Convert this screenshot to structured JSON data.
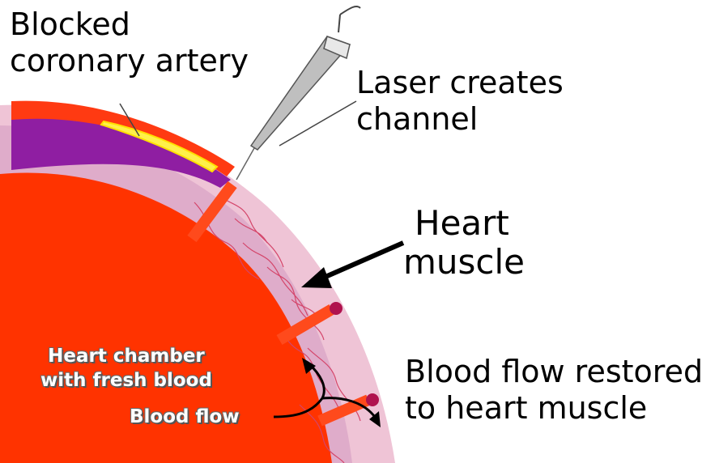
{
  "labels": {
    "blocked_artery_line1": "Blocked",
    "blocked_artery_line2": "coronary artery",
    "laser_line1": "Laser creates",
    "laser_line2": "channel",
    "heart_muscle_line1": "Heart",
    "heart_muscle_line2": "muscle",
    "restored_line1": "Blood flow restored",
    "restored_line2": "to heart muscle",
    "chamber_line1": "Heart chamber",
    "chamber_line2": "with fresh blood",
    "blood_flow": "Blood flow"
  },
  "colors": {
    "chamber": "#ff3300",
    "muscle": "#efc4d6",
    "muscle_inner": "#b772b2",
    "epicardium": "#8f1ea2",
    "outer_rim": "#ff3a12",
    "artery": "#fff04a",
    "channel": "#ff4a1c",
    "vessel": "#d4456a"
  }
}
